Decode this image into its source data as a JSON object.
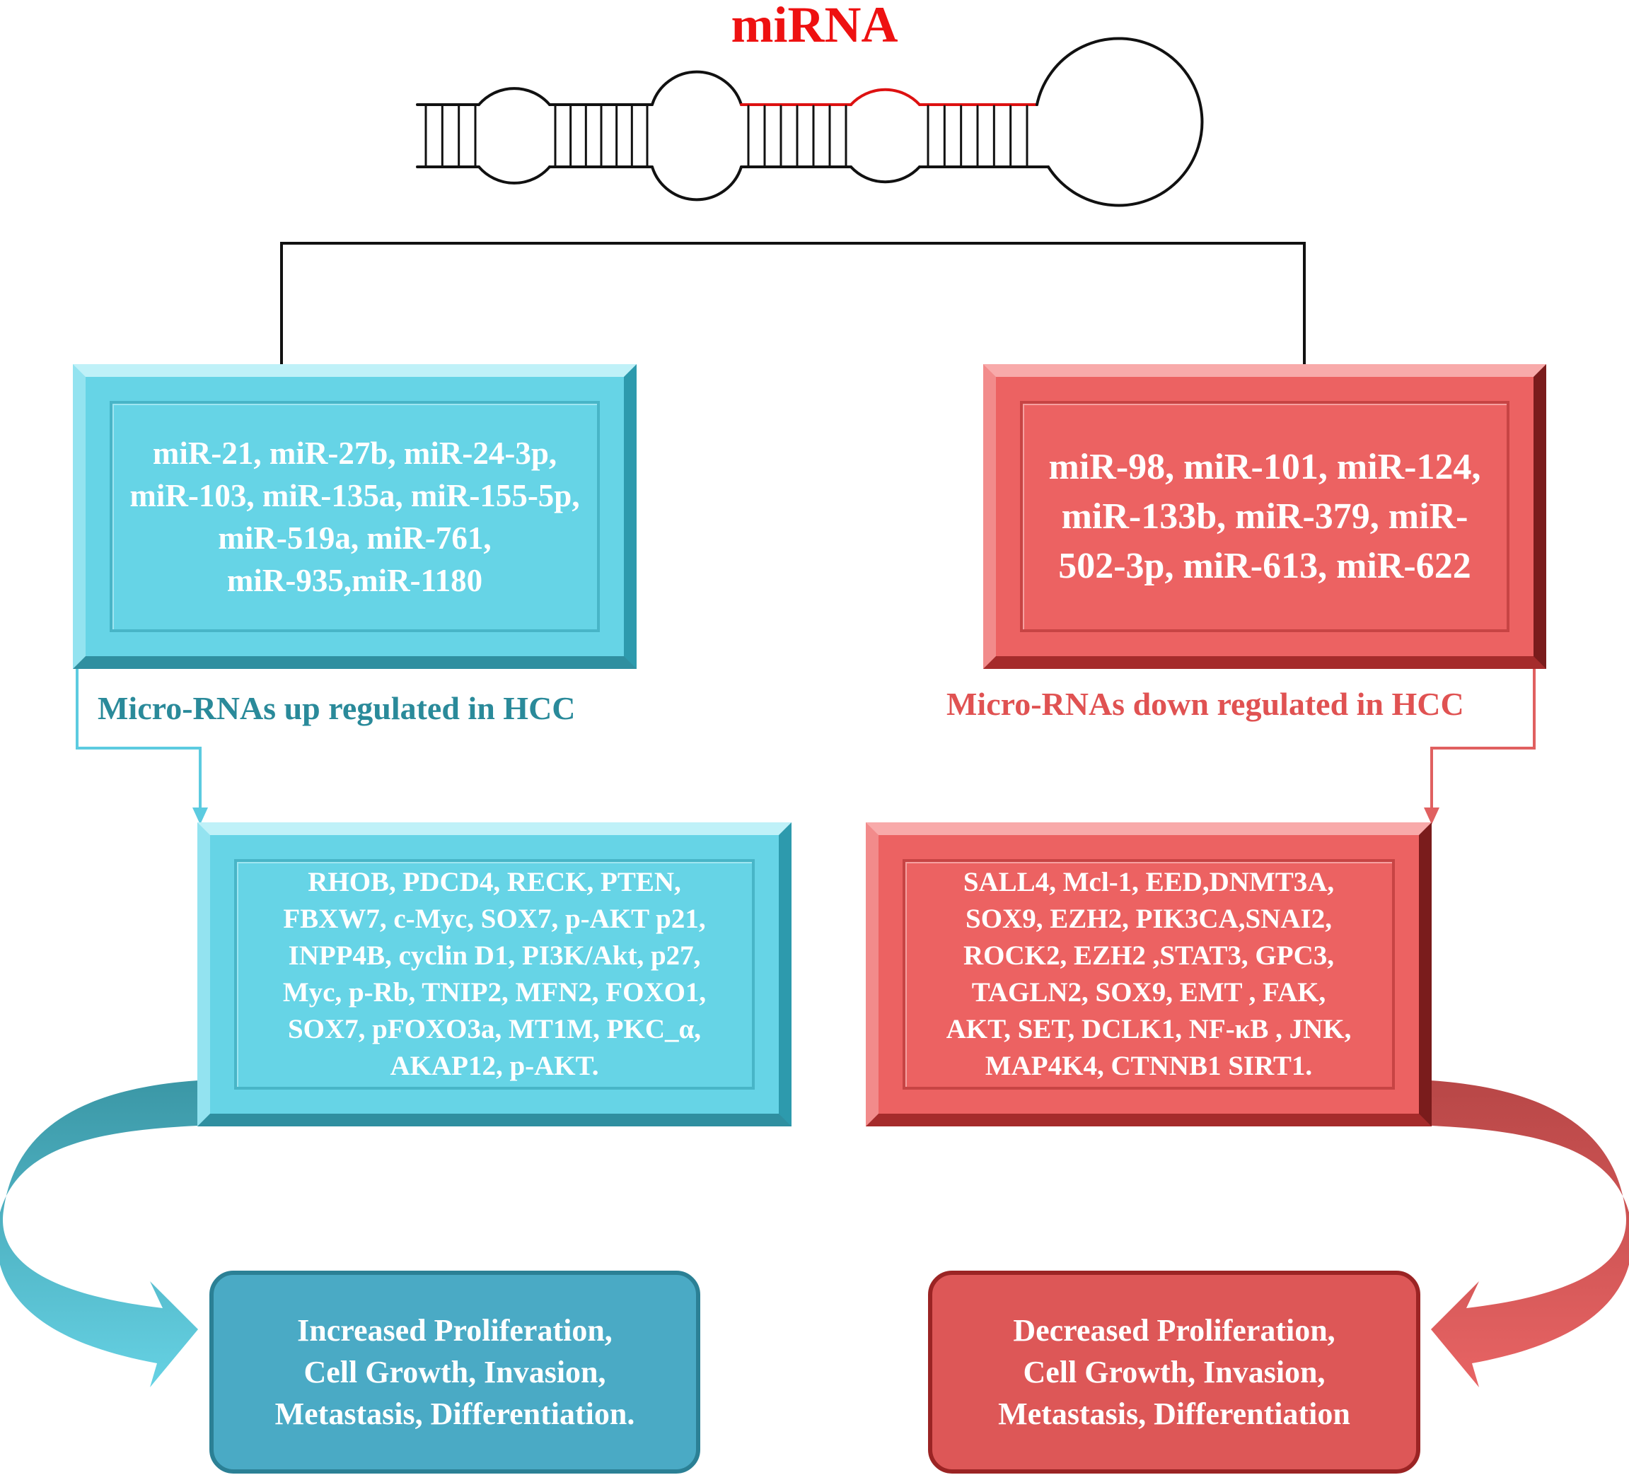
{
  "title": "miRNA",
  "up": {
    "mirnas": "miR-21, miR-27b, miR-24-3p,\nmiR-103, miR-135a, miR-155-5p,\nmiR-519a, miR-761,\nmiR-935,miR-1180",
    "label": "Micro-RNAs up regulated in HCC",
    "targets": "RHOB, PDCD4, RECK, PTEN,\nFBXW7, c-Myc, SOX7, p-AKT p21,\nINPP4B, cyclin D1, PI3K/Akt, p27,\nMyc, p-Rb, TNIP2, MFN2, FOXO1,\nSOX7, pFOXO3a, MT1M, PKC_α,\nAKAP12, p-AKT.",
    "effect": "Increased Proliferation,\nCell Growth, Invasion,\nMetastasis, Differentiation."
  },
  "down": {
    "mirnas": "miR-98, miR-101, miR-124,\nmiR-133b, miR-379, miR-\n502-3p, miR-613, miR-622",
    "label": "Micro-RNAs down regulated in HCC",
    "targets": "SALL4, Mcl-1, EED,DNMT3A,\nSOX9, EZH2, PIK3CA,SNAI2,\nROCK2, EZH2 ,STAT3, GPC3,\nTAGLN2, SOX9, EMT , FAK,\nAKT, SET, DCLK1, NF-κB , JNK,\nMAP4K4, CTNNB1 SIRT1.",
    "effect": "Decreased Proliferation,\nCell Growth, Invasion,\nMetastasis, Differentiation"
  },
  "colors": {
    "title": "#ee1111",
    "up_label": "#2a8a9a",
    "down_label": "#e05252",
    "up_line": "#5ccbe0",
    "down_line": "#e06060",
    "strand": "#111111",
    "mature_strand": "#dd1111"
  }
}
